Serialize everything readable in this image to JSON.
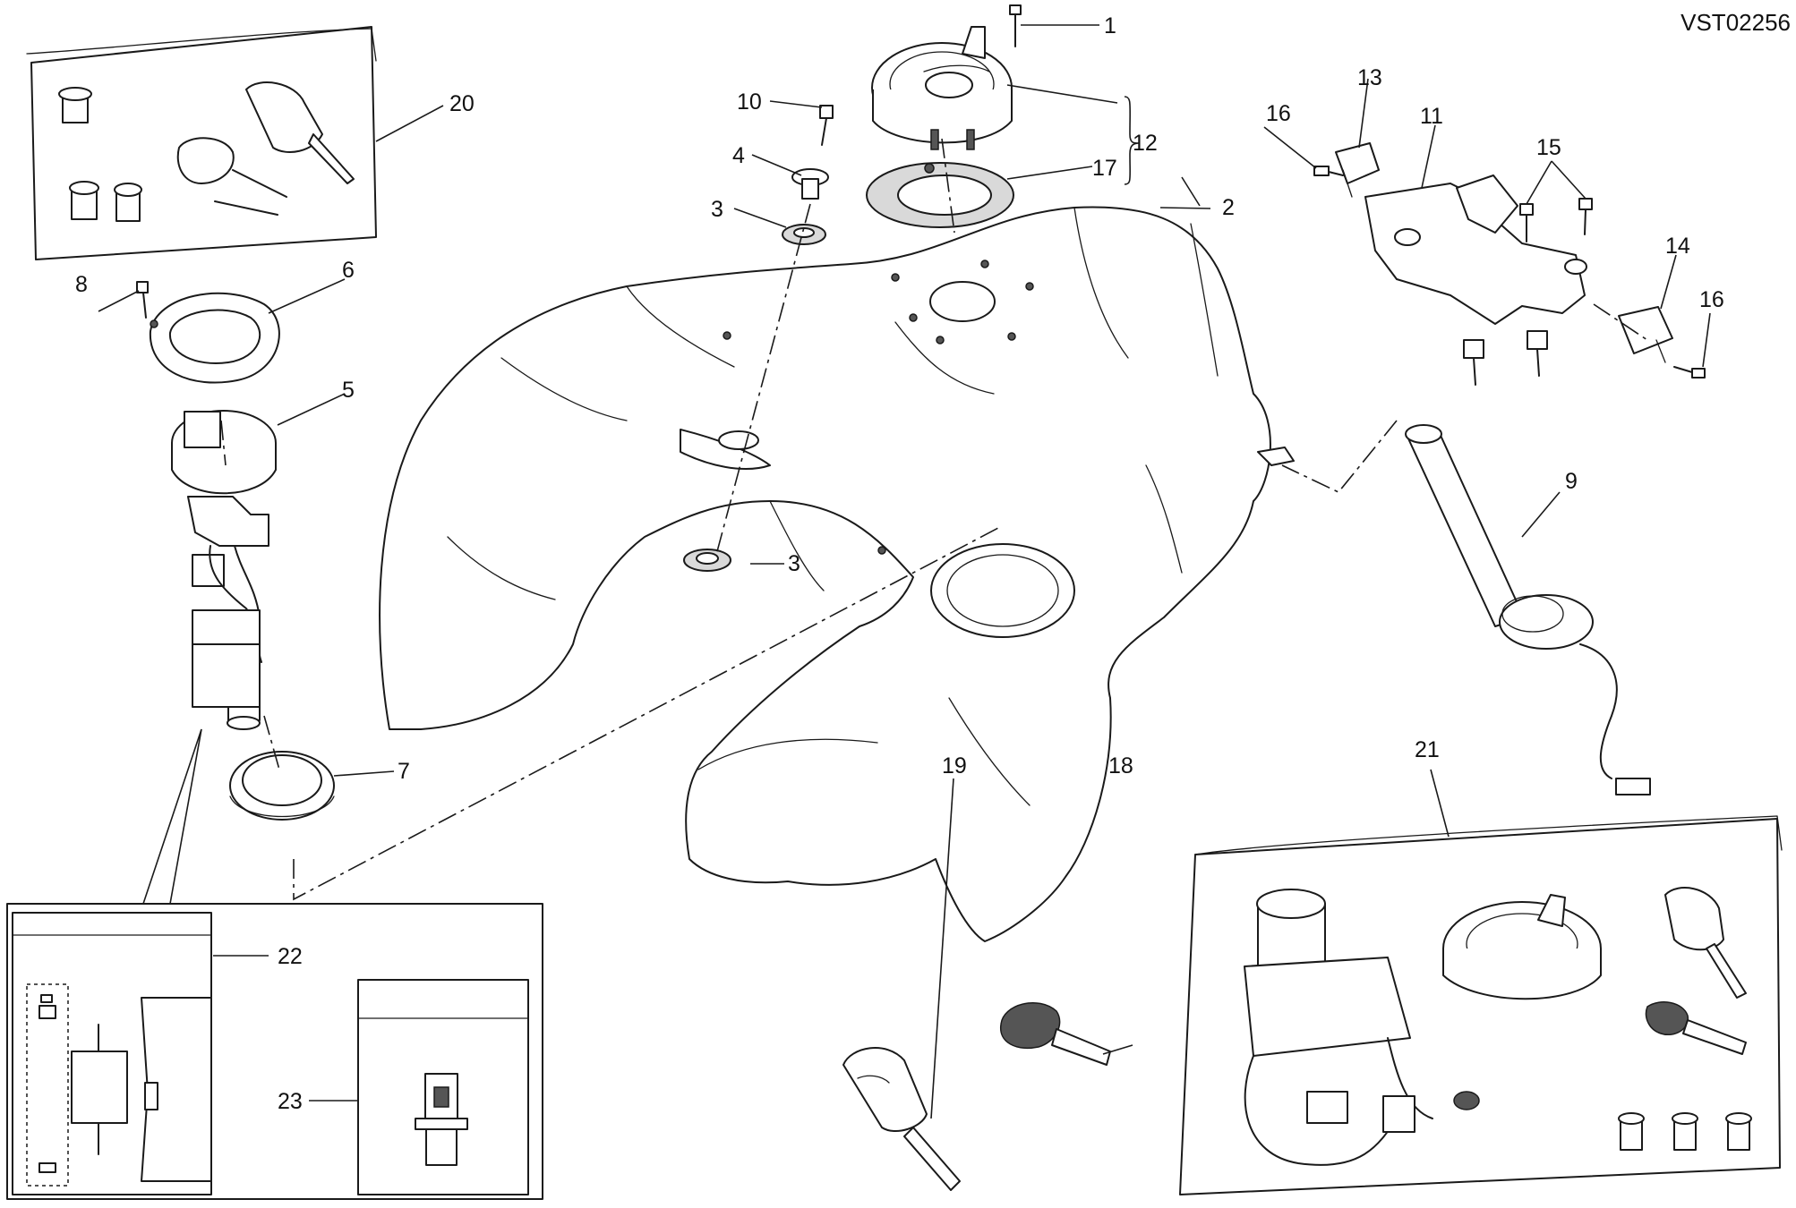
{
  "diagram": {
    "drawing_code": "VST02256",
    "callouts": {
      "c1": "1",
      "c2": "2",
      "c3a": "3",
      "c3b": "3",
      "c4": "4",
      "c5": "5",
      "c6": "6",
      "c7": "7",
      "c8": "8",
      "c9": "9",
      "c10": "10",
      "c11": "11",
      "c12": "12",
      "c13": "13",
      "c14": "14",
      "c15": "15",
      "c16a": "16",
      "c16b": "16",
      "c17": "17",
      "c18": "18",
      "c19": "19",
      "c20": "20",
      "c21": "21",
      "c22": "22",
      "c23": "23"
    }
  }
}
